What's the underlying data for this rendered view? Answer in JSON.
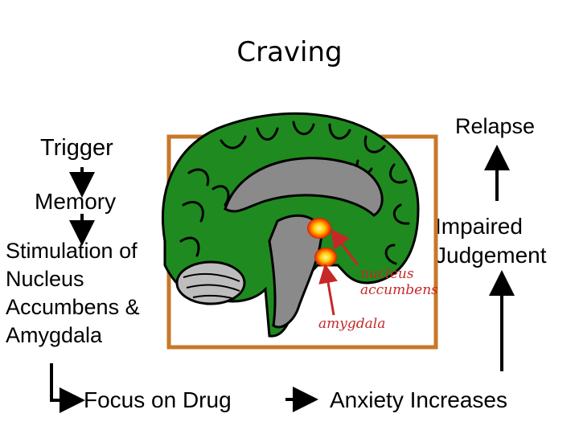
{
  "title": "Craving",
  "steps": {
    "trigger": "Trigger",
    "memory": "Memory",
    "stimulation": "Stimulation of Nucleus Accumbens & Amygdala",
    "focus": "Focus on Drug",
    "anxiety": "Anxiety Increases",
    "impaired": "Impaired Judgement",
    "relapse": "Relapse"
  },
  "brain_labels": {
    "nucleus_line1": "nucleus",
    "nucleus_line2": "accumbens",
    "amygdala": "amygdala"
  },
  "colors": {
    "frame": "#c8782a",
    "brain_green": "#1f8a1f",
    "brain_gray": "#8a8a8a",
    "hotspot": "#ffcc00",
    "label_red": "#c62828"
  }
}
